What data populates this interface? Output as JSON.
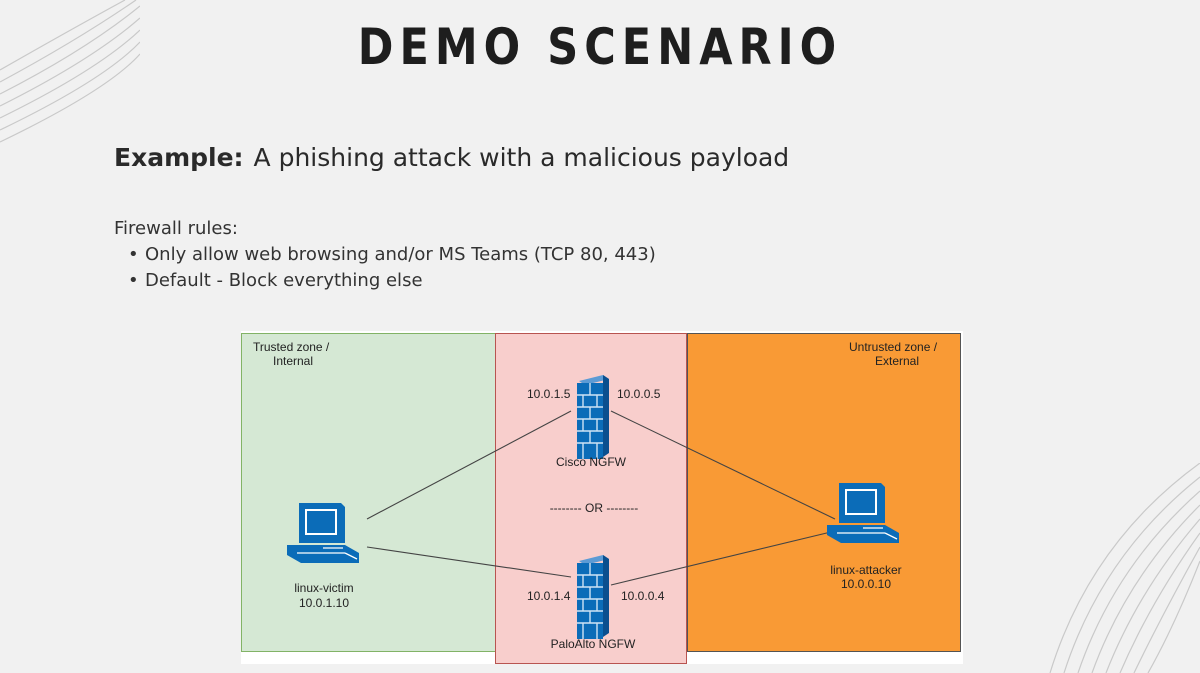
{
  "slide": {
    "title": "DEMO SCENARIO",
    "example_lead": "Example:",
    "example_text": "A phishing attack with a malicious payload",
    "rules_heading": "Firewall rules:",
    "rules": [
      "Only allow web browsing and/or MS Teams (TCP 80, 443)",
      "Default - Block everything else"
    ]
  },
  "diagram": {
    "zones": {
      "trusted_line1": "Trusted zone /",
      "trusted_line2": "Internal",
      "untrusted_line1": "Untrusted zone /",
      "untrusted_line2": "External"
    },
    "cisco": {
      "name": "Cisco NGFW",
      "ip_in": "10.0.1.5",
      "ip_out": "10.0.0.5"
    },
    "paloalto": {
      "name": "PaloAlto NGFW",
      "ip_in": "10.0.1.4",
      "ip_out": "10.0.0.4"
    },
    "or_label": "-------- OR --------",
    "victim": {
      "name": "linux-victim",
      "ip": "10.0.1.10"
    },
    "attacker": {
      "name": "linux-attacker",
      "ip": "10.0.0.10"
    }
  },
  "colors": {
    "trusted_zone": "#d5e8d4",
    "firewall_zone": "#f8cecc",
    "untrusted_zone": "#f99a35",
    "device_blue": "#0b6cb8"
  },
  "icons": [
    "workstation-icon",
    "firewall-icon"
  ]
}
